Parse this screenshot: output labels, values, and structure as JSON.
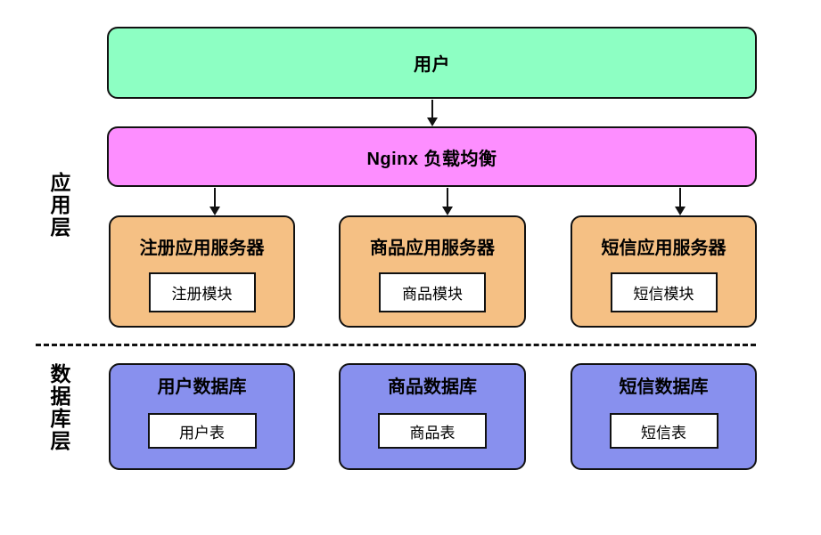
{
  "diagram": {
    "user_box": {
      "label": "用户"
    },
    "nginx_box": {
      "label": "Nginx 负载均衡"
    },
    "app_layer": {
      "label": "应用层",
      "servers": [
        {
          "title": "注册应用服务器",
          "module": "注册模块"
        },
        {
          "title": "商品应用服务器",
          "module": "商品模块"
        },
        {
          "title": "短信应用服务器",
          "module": "短信模块"
        }
      ]
    },
    "db_layer": {
      "label": "数据库层",
      "databases": [
        {
          "title": "用户数据库",
          "table": "用户表"
        },
        {
          "title": "商品数据库",
          "table": "商品表"
        },
        {
          "title": "短信数据库",
          "table": "短信表"
        }
      ]
    },
    "colors": {
      "user_fill": "#8DFFC3",
      "nginx_fill": "#FD8EFF",
      "app_server_fill": "#F5C084",
      "database_fill": "#8890EE",
      "border": "#111111",
      "inner_fill": "#FFFFFF"
    }
  }
}
